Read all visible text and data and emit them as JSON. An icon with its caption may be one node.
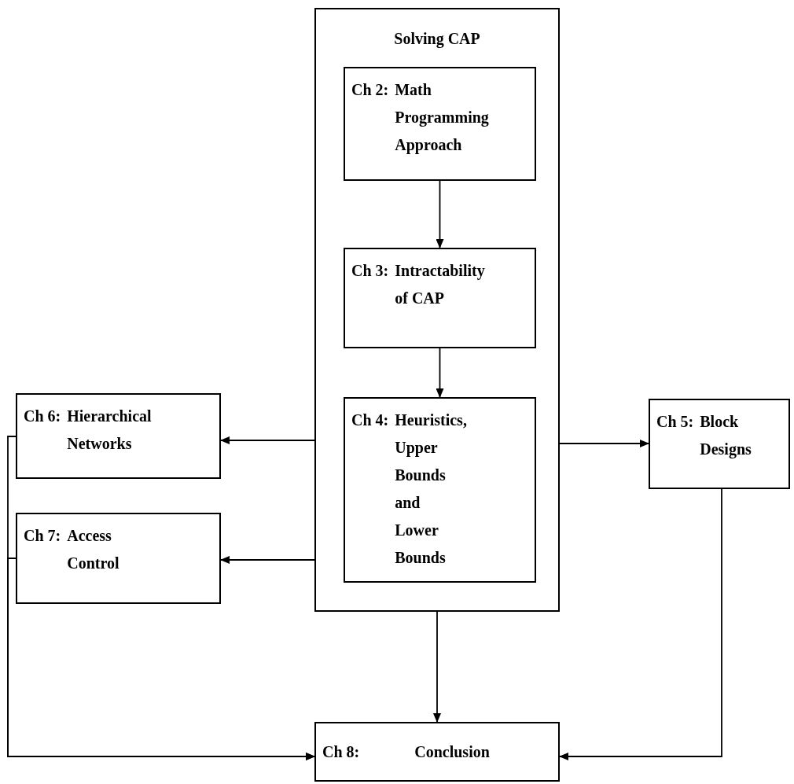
{
  "diagram": {
    "nodes": [
      {
        "text": [
          "Solving CAP"
        ]
      },
      {
        "text": [
          "Ch 2:",
          "Math Programming Approach"
        ],
        "in": 0
      },
      {
        "text": [
          "Ch 3:",
          "Intractability of CAP"
        ],
        "in": 0
      },
      {
        "text": [
          "Ch 4:",
          "Heuristics, Upper Bounds and Lower Bounds"
        ],
        "in": 0
      },
      {
        "text": [
          "Ch 6:",
          "Hierarchical Networks"
        ]
      },
      {
        "text": [
          "Ch 7:",
          "Access Control"
        ]
      },
      {
        "text": [
          "Ch 5:",
          "Block Designs"
        ]
      },
      {
        "text": [
          "Ch 8:",
          "Conclusion"
        ]
      }
    ],
    "edges": [
      {
        "from": 1,
        "to": 2,
        "arrow": "to"
      },
      {
        "from": 2,
        "to": 3,
        "arrow": "to"
      },
      {
        "from": 0,
        "to": 4,
        "arrow": "to"
      },
      {
        "from": 0,
        "to": 5,
        "arrow": "to"
      },
      {
        "from": 0,
        "to": 6,
        "arrow": "to"
      },
      {
        "from": 0,
        "to": 7,
        "arrow": "to"
      },
      {
        "from": 4,
        "to": 7,
        "arrow": "to"
      },
      {
        "from": 5,
        "to": 7,
        "arrow": "to"
      },
      {
        "from": 6,
        "to": 7,
        "arrow": "to"
      }
    ]
  }
}
